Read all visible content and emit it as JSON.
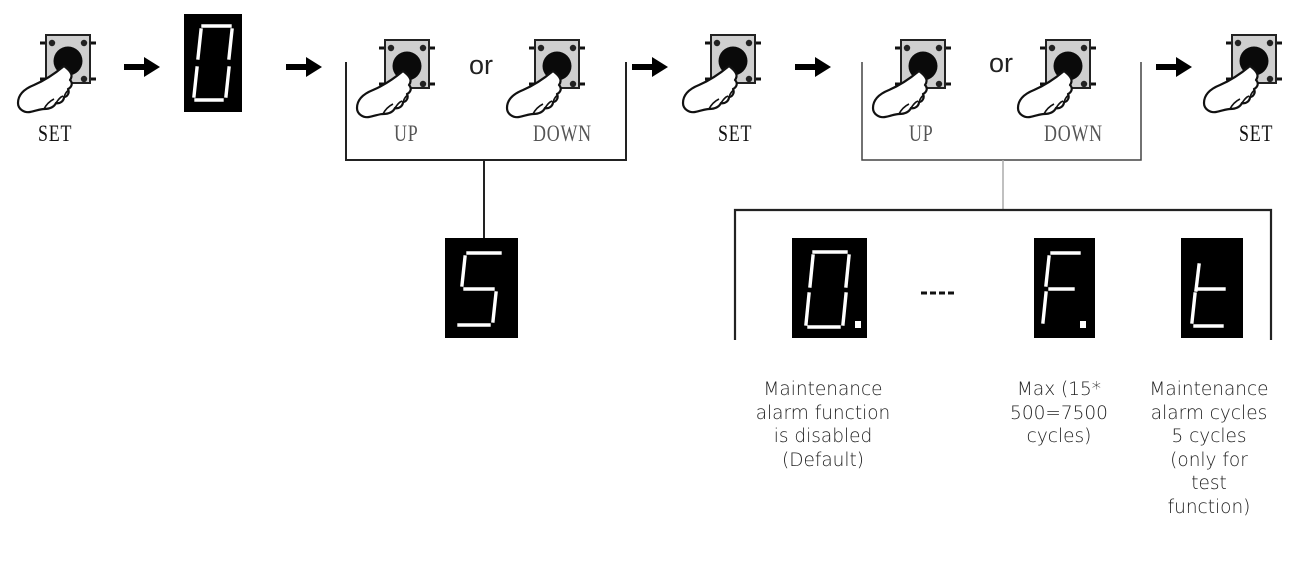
{
  "flow": {
    "button_labels": {
      "set_1": "SET",
      "up_1": "UP",
      "down_1": "DOWN",
      "set_2": "SET",
      "up_2": "UP",
      "down_2": "DOWN",
      "set_3": "SET"
    },
    "or_1": "or",
    "or_2": "or",
    "ellipsis": "……"
  },
  "displays": {
    "first": "0",
    "param": "S",
    "min": "0.",
    "max": "F.",
    "test": "t"
  },
  "captions": {
    "disabled": "Maintenance\nalarm function\nis disabled\n(Default)",
    "max": "Max (15*\n500=7500\ncycles)",
    "test": "Maintenance\nalarm cycles\n5 cycles\n(only for\ntest\nfunction)"
  }
}
